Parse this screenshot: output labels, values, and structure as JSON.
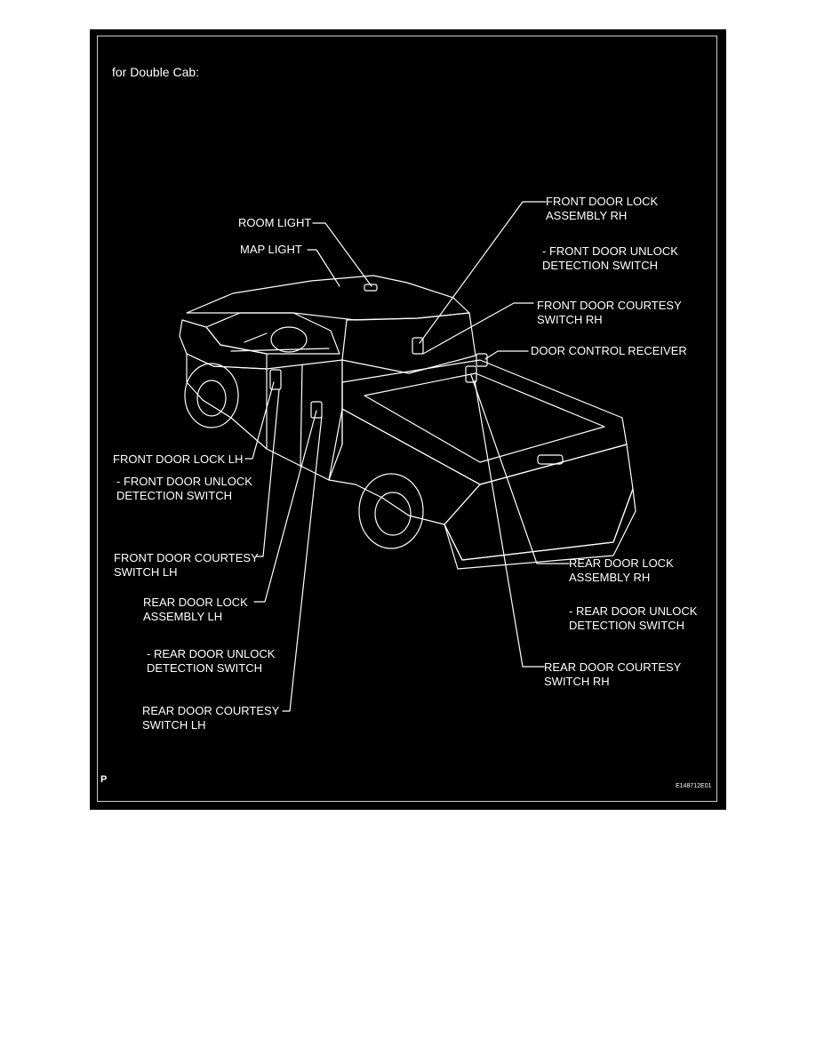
{
  "header": {
    "title": "for Double Cab:"
  },
  "labels": {
    "room_light": "ROOM LIGHT",
    "map_light": "MAP LIGHT",
    "front_door_lock_rh_1": "FRONT DOOR LOCK",
    "front_door_lock_rh_2": "ASSEMBLY RH",
    "front_unlock_rh_1": "- FRONT DOOR UNLOCK",
    "front_unlock_rh_2": "DETECTION SWITCH",
    "front_courtesy_rh_1": "FRONT DOOR COURTESY",
    "front_courtesy_rh_2": "SWITCH RH",
    "door_control_receiver": "DOOR CONTROL RECEIVER",
    "front_door_lock_lh": "FRONT DOOR LOCK LH",
    "front_unlock_lh_1": "- FRONT DOOR UNLOCK",
    "front_unlock_lh_2": "DETECTION SWITCH",
    "front_courtesy_lh_1": "FRONT DOOR COURTESY",
    "front_courtesy_lh_2": "SWITCH LH",
    "rear_door_lock_lh_1": "REAR DOOR LOCK",
    "rear_door_lock_lh_2": "ASSEMBLY LH",
    "rear_unlock_lh_1": "- REAR DOOR UNLOCK",
    "rear_unlock_lh_2": "DETECTION SWITCH",
    "rear_courtesy_lh_1": "REAR DOOR COURTESY",
    "rear_courtesy_lh_2": "SWITCH LH",
    "rear_door_lock_rh_1": "REAR DOOR LOCK",
    "rear_door_lock_rh_2": "ASSEMBLY RH",
    "rear_unlock_rh_1": "- REAR DOOR UNLOCK",
    "rear_unlock_rh_2": "DETECTION SWITCH",
    "rear_courtesy_rh_1": "REAR DOOR COURTESY",
    "rear_courtesy_rh_2": "SWITCH RH"
  },
  "footer": {
    "page_mark": "P",
    "figure_code": "E148712E01"
  },
  "colors": {
    "background": "#000000",
    "line": "#ffffff",
    "page": "#ffffff"
  }
}
